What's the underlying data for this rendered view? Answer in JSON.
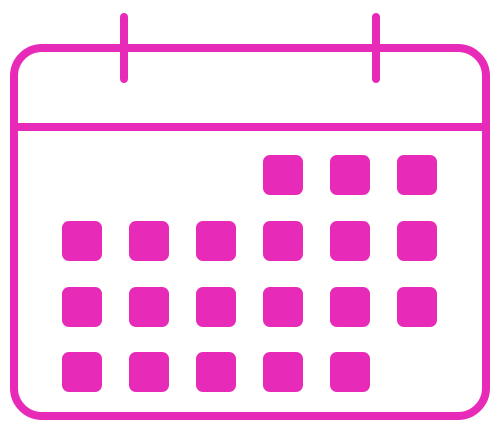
{
  "icon": {
    "name": "calendar-icon",
    "color": "#e82ab8",
    "weeks": [
      [
        0,
        0,
        0,
        1,
        1,
        1
      ],
      [
        1,
        1,
        1,
        1,
        1,
        1
      ],
      [
        1,
        1,
        1,
        1,
        1,
        1
      ],
      [
        1,
        1,
        1,
        1,
        1,
        0
      ]
    ]
  }
}
